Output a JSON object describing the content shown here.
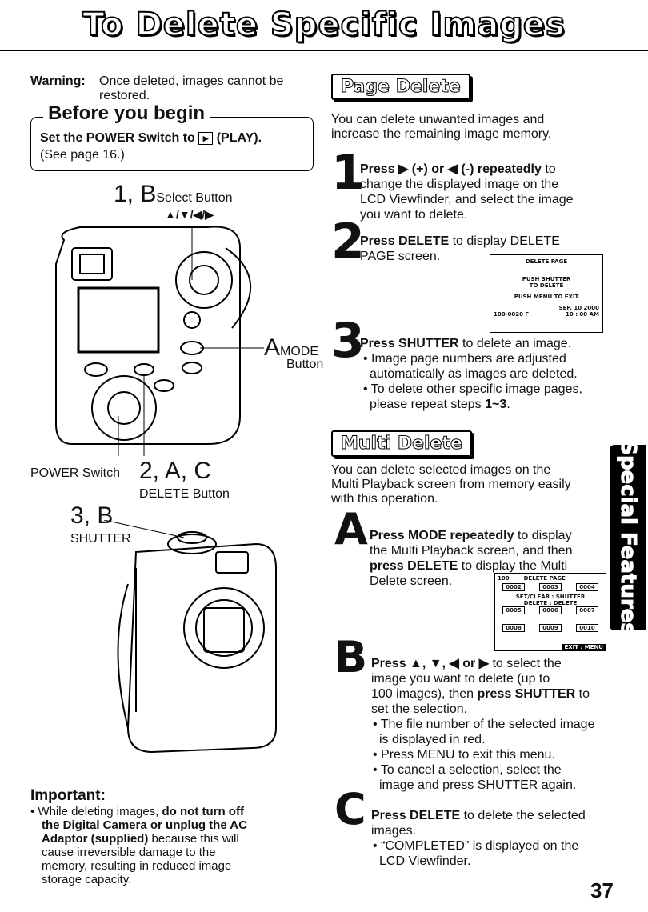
{
  "page_title": "To Delete Specific Images",
  "warning": {
    "label": "Warning:",
    "text_line1": "Once deleted, images cannot be",
    "text_line2": "restored."
  },
  "before_you_begin": {
    "heading": "Before you begin",
    "line1_bold": "Set the POWER Switch to",
    "line1_icon": "▶",
    "line1_end": "(PLAY).",
    "line2": "(See page 16.)"
  },
  "camera_labels": {
    "select_num": "1, B",
    "select_label": "Select Button",
    "select_arrows": "▲/▼/◀/▶",
    "mode_num": "A",
    "mode_label_1": "MODE",
    "mode_label_2": "Button",
    "power_label": "POWER Switch",
    "delete_num": "2, A, C",
    "delete_label": "DELETE Button",
    "shutter_num": "3, B",
    "shutter_label": "SHUTTER"
  },
  "important": {
    "heading": "Important:",
    "lines": [
      {
        "pre": "• While deleting images, ",
        "bold": "do not turn off"
      },
      {
        "pre": "",
        "bold": "the Digital Camera or unplug the AC"
      },
      {
        "pre": "",
        "bold": "Adaptor (supplied)",
        "post": " because this will"
      },
      {
        "pre": "cause irreversible damage to the"
      },
      {
        "pre": "memory, resulting in reduced image"
      },
      {
        "pre": "storage capacity."
      }
    ]
  },
  "page_delete": {
    "banner": "Page Delete",
    "intro_1": "You can delete unwanted images and",
    "intro_2": "increase the remaining image memory.",
    "step1": {
      "num": "1",
      "bold": "Press ▶ (+) or ◀ (-) repeatedly",
      "rest": " to",
      "line2": "change the displayed image on the",
      "line3": "LCD Viewfinder, and select the image",
      "line4": "you want to delete."
    },
    "step2": {
      "num": "2",
      "bold": "Press DELETE",
      "rest": " to display DELETE",
      "line2": "PAGE screen."
    },
    "step3": {
      "num": "3",
      "bold": "Press SHUTTER",
      "rest": " to delete an image.",
      "bullets": [
        "• Image page numbers are adjusted",
        "automatically as images are deleted.",
        "• To delete other specific image pages,",
        "please repeat steps "
      ],
      "steps_ref": "1~3",
      "steps_end": "."
    },
    "lcd": {
      "title": "DELETE PAGE",
      "line1": "PUSH SHUTTER",
      "line2": "TO DELETE",
      "line3": "PUSH MENU TO EXIT",
      "date": "SEP. 10 2000",
      "file": "100-0020 F",
      "time": "10 : 00 AM"
    }
  },
  "multi_delete": {
    "banner": "Multi Delete",
    "intro_1": "You can delete selected images on the",
    "intro_2": "Multi Playback screen from memory easily",
    "intro_3": "with this operation.",
    "stepA": {
      "letter": "A",
      "bold": "Press MODE repeatedly",
      "rest": " to display",
      "line2": "the Multi Playback screen, and then",
      "line3_bold": "press DELETE",
      "line3_rest": " to display the Multi",
      "line4": "Delete screen."
    },
    "stepB": {
      "letter": "B",
      "bold": "Press ▲, ▼, ◀ or ▶",
      "rest": " to select the",
      "line2": "image you want to delete (up to",
      "line3_pre": "100 images), then ",
      "line3_bold": "press SHUTTER",
      "line3_rest": " to",
      "line4": "set  the selection.",
      "b1": "• The file number of the selected image",
      "b1b": "is displayed in red.",
      "b2": "• Press MENU to exit this menu.",
      "b3": "• To cancel a selection, select the",
      "b3b": "image and press SHUTTER again."
    },
    "stepC": {
      "letter": "C",
      "bold": "Press DELETE",
      "rest": " to delete the selected",
      "line2": "images.",
      "b1": "• “COMPLETED” is displayed on the",
      "b1b": "LCD Viewfinder."
    },
    "lcd": {
      "header_left": "100",
      "header_title": "DELETE PAGE",
      "row1": [
        "0002",
        "0003",
        "0004"
      ],
      "info1": "SET/CLEAR : SHUTTER",
      "info2": "DELETE      : DELETE",
      "row2": [
        "0005",
        "0006",
        "0007"
      ],
      "row3": [
        "0008",
        "0009",
        "0010"
      ],
      "exit": "EXIT : MENU"
    }
  },
  "side_tab": "Special Features",
  "page_number": "37"
}
